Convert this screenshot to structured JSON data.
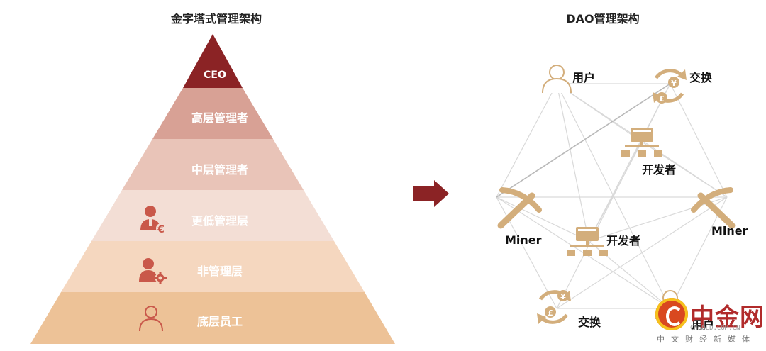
{
  "left_title": "金字塔式管理架构",
  "right_title": "DAO管理架构",
  "pyramid": {
    "levels": [
      {
        "label": "CEO",
        "color": "#8b2325",
        "text_color": "#ffffff",
        "icon": null
      },
      {
        "label": "高层管理者",
        "color": "#d8a195",
        "text_color": "#ffffff",
        "icon": null
      },
      {
        "label": "中层管理者",
        "color": "#e9c4b8",
        "text_color": "#ffffff",
        "icon": null
      },
      {
        "label": "更低管理层",
        "color": "#f3ded5",
        "text_color": "#ffffff",
        "icon": "manager-euro-icon"
      },
      {
        "label": "非管理层",
        "color": "#f5d7bf",
        "text_color": "#ffffff",
        "icon": "user-gear-icon"
      },
      {
        "label": "底层员工",
        "color": "#edc297",
        "text_color": "#ffffff",
        "icon": "user-outline-icon"
      }
    ]
  },
  "arrow_color": "#8b2325",
  "dao": {
    "accent_color": "#d3ae7c",
    "nodes": {
      "user_top": "用户",
      "exchange_top": "交换",
      "developer_top": "开发者",
      "miner_left": "Miner",
      "miner_right": "Miner",
      "developer_mid": "开发者",
      "exchange_bottom": "交换",
      "user_bottom": "用户"
    }
  },
  "watermark": {
    "name": "中金网",
    "url": "CNGOLD.COM.CN",
    "sub": "中文财经新媒体"
  }
}
